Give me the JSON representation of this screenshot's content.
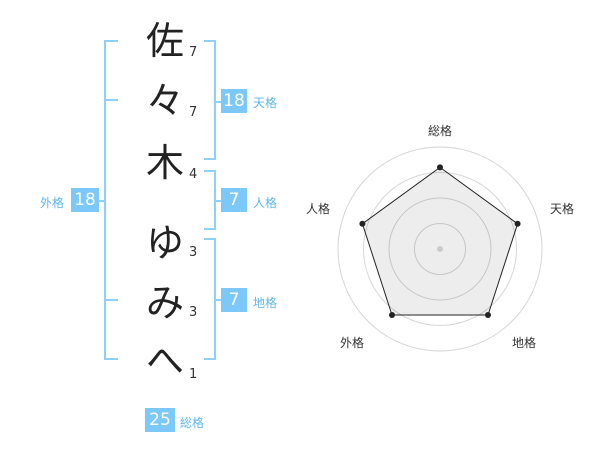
{
  "name": {
    "characters": [
      {
        "char": "佐",
        "strokes": "7"
      },
      {
        "char": "々",
        "strokes": "7"
      },
      {
        "char": "木",
        "strokes": "4"
      },
      {
        "char": "ゆ",
        "strokes": "3"
      },
      {
        "char": "み",
        "strokes": "3"
      },
      {
        "char": "へ",
        "strokes": "1"
      }
    ]
  },
  "fortunes": {
    "tenkaku": {
      "label": "天格",
      "value": "18"
    },
    "jinkaku": {
      "label": "人格",
      "value": "7"
    },
    "chikaku": {
      "label": "地格",
      "value": "7"
    },
    "gaikaku": {
      "label": "外格",
      "value": "18"
    },
    "soukaku": {
      "label": "総格",
      "value": "25"
    }
  },
  "chart_data": {
    "type": "radar",
    "axes": [
      "総格",
      "天格",
      "地格",
      "外格",
      "人格"
    ],
    "values": [
      4,
      4,
      4,
      4,
      4
    ],
    "max": 5,
    "rings": 4
  },
  "colors": {
    "accent": "#7cc8f8",
    "bracket": "#8fd0fb",
    "label": "#5fb6ee"
  }
}
